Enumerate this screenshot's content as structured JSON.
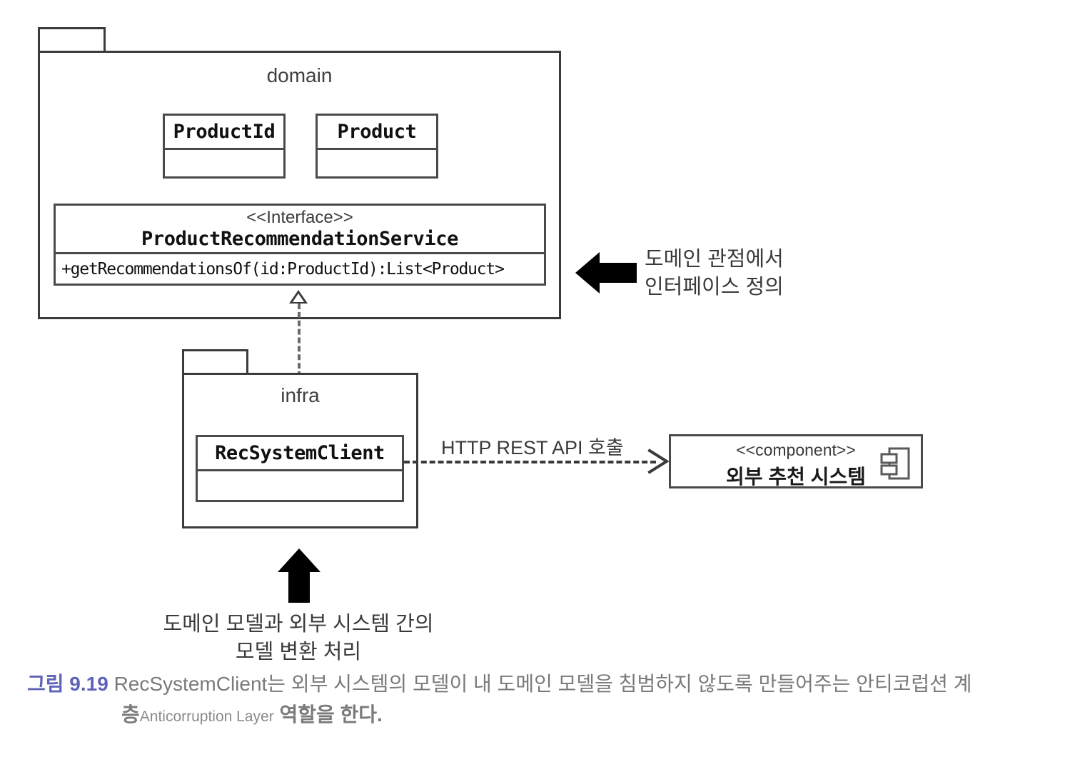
{
  "diagram": {
    "type": "uml-package-class-diagram",
    "packages": [
      {
        "id": "domain",
        "name": "domain"
      },
      {
        "id": "infra",
        "name": "infra"
      }
    ],
    "classes": [
      {
        "id": "productid",
        "name": "ProductId",
        "package": "domain",
        "stereotype": "",
        "operations": []
      },
      {
        "id": "product",
        "name": "Product",
        "package": "domain",
        "stereotype": "",
        "operations": []
      },
      {
        "id": "prs",
        "name": "ProductRecommendationService",
        "package": "domain",
        "stereotype": "<<Interface>>",
        "operations": [
          "+getRecommendationsOf(id:ProductId):List<Product>"
        ]
      },
      {
        "id": "recclient",
        "name": "RecSystemClient",
        "package": "infra",
        "stereotype": "",
        "operations": []
      }
    ],
    "components": [
      {
        "id": "extrec",
        "stereotype": "<<component>>",
        "name": "외부 추천 시스템",
        "icon": "component-icon"
      }
    ],
    "relations": [
      {
        "from": "recclient",
        "to": "prs",
        "kind": "realization",
        "label": ""
      },
      {
        "from": "recclient",
        "to": "extrec",
        "kind": "dependency",
        "label": "HTTP REST API 호출"
      }
    ],
    "annotations": [
      {
        "id": "note-domain",
        "arrow": "arrow-left-solid",
        "lines": [
          "도메인 관점에서",
          "인터페이스 정의"
        ]
      },
      {
        "id": "note-infra",
        "arrow": "arrow-up-solid",
        "lines": [
          "도메인 모델과 외부 시스템 간의",
          "모델 변환 처리"
        ]
      }
    ]
  },
  "caption": {
    "figure_number": "그림 9.19",
    "line1": " RecSystemClient는 외부 시스템의 모델이 내 도메인 모델을 침범하지 않도록 만들어주는 안티코럽션 계",
    "line2_prefix": "층",
    "line2_gloss": "Anticorruption Layer",
    "line2_suffix": " 역할을 한다."
  },
  "colors": {
    "figure_number": "#5f63b8",
    "caption_text": "#7a7a7a",
    "stroke": "#3b3b3b",
    "arrow_solid": "#000000",
    "background": "#ffffff"
  }
}
